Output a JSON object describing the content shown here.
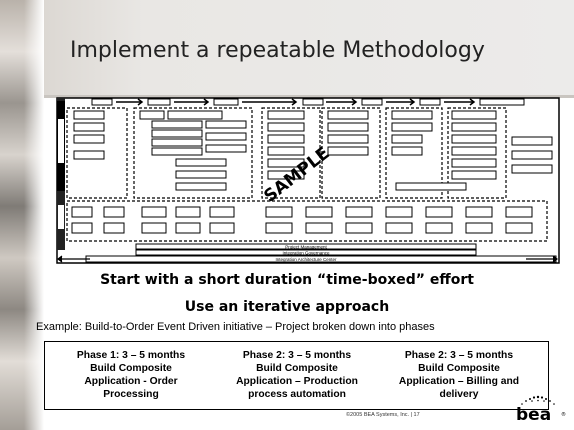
{
  "slide": {
    "title": "Implement a repeatable Methodology",
    "headline_1": "Start with a short duration “time-boxed” effort",
    "headline_2": "Use an iterative approach",
    "example": "Example:  Build-to-Order Event Driven initiative – Project broken down into phases",
    "phases": [
      {
        "lines": [
          "Phase 1: 3 – 5 months",
          "Build Composite",
          "Application - Order",
          "Processing"
        ]
      },
      {
        "lines": [
          "Phase 2: 3 – 5 months",
          "Build Composite",
          "Application – Production",
          "process automation"
        ]
      },
      {
        "lines": [
          "Phase 2: 3 – 5 months",
          "Build Composite",
          "Application – Billing and",
          "delivery"
        ]
      }
    ],
    "copyright": "©2005 BEA Systems, Inc.  |   17",
    "logo_text": "bea",
    "logo_mark": "®"
  },
  "diagram": {
    "watermark": "SAMPLE",
    "bottom_bars": [
      "Project Management",
      "Integration Governance",
      "Integration Architecture Center"
    ]
  }
}
